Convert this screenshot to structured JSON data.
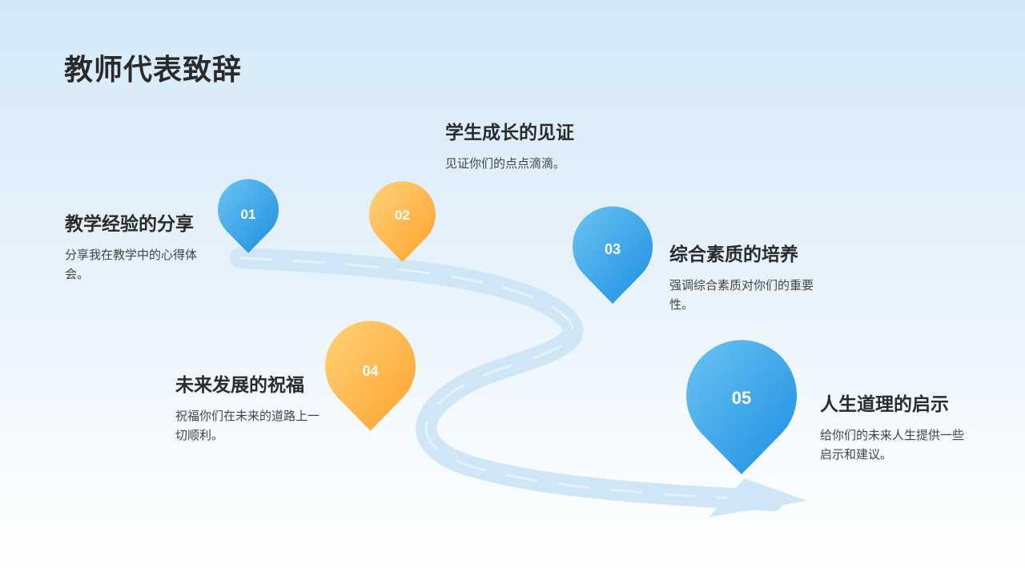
{
  "title": "教师代表致辞",
  "colors": {
    "blue": "#2b9be4",
    "orange": "#ffad3b",
    "road": "#cfe6f7"
  },
  "steps": [
    {
      "number": "01",
      "title": "教学经验的分享",
      "desc": "分享我在教学中的心得体会。",
      "color": "blue"
    },
    {
      "number": "02",
      "title": "学生成长的见证",
      "desc": "见证你们的点点滴滴。",
      "color": "orange"
    },
    {
      "number": "03",
      "title": "综合素质的培养",
      "desc": "强调综合素质对你们的重要性。",
      "color": "blue"
    },
    {
      "number": "04",
      "title": "未来发展的祝福",
      "desc": "祝福你们在未来的道路上一切顺利。",
      "color": "orange"
    },
    {
      "number": "05",
      "title": "人生道理的启示",
      "desc": "给你们的未来人生提供一些启示和建议。",
      "color": "blue"
    }
  ]
}
